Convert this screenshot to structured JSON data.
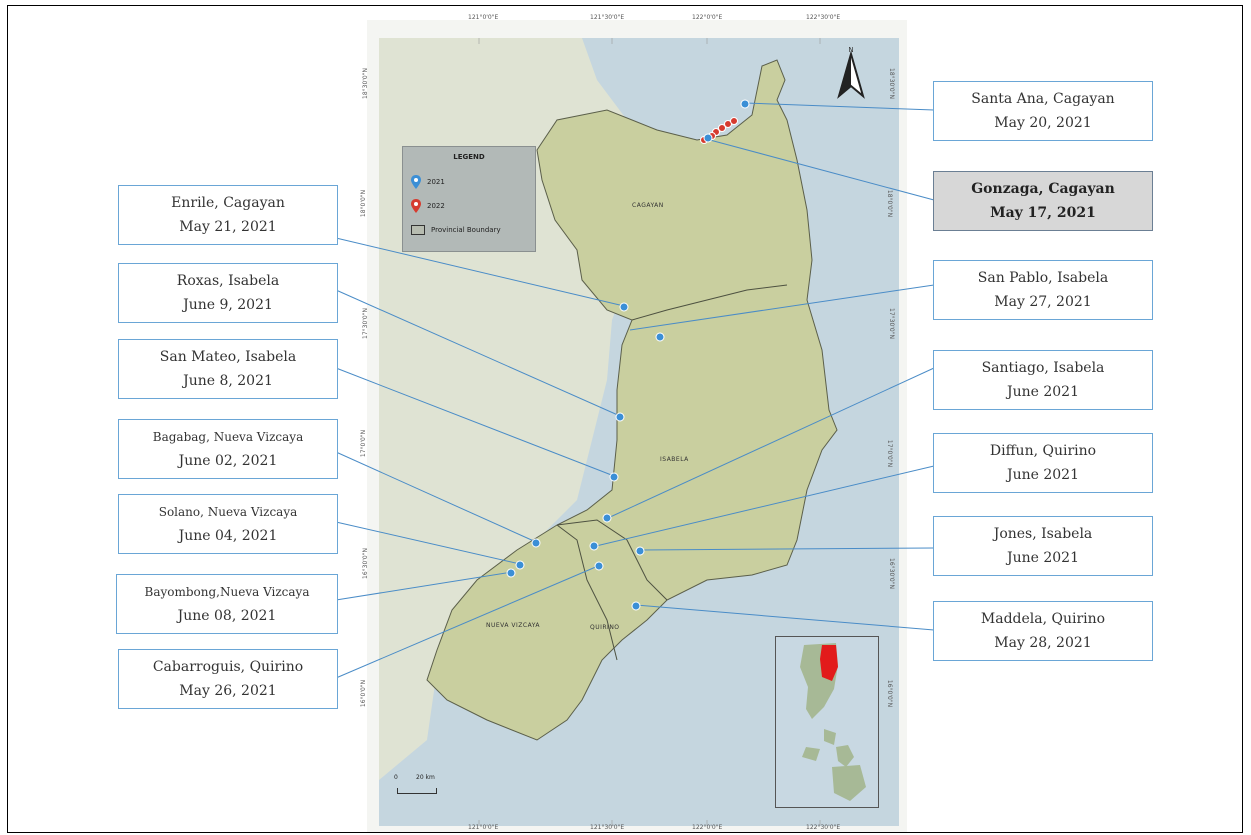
{
  "legend": {
    "title": "LEGEND",
    "items": [
      {
        "label": "2021",
        "color": "#3b8fd6"
      },
      {
        "label": "2022",
        "color": "#d63b2f"
      },
      {
        "label": "Provincial Boundary",
        "color": "#b7bcb0"
      }
    ]
  },
  "regions": {
    "cagayan": "CAGAYAN",
    "isabela": "ISABELA",
    "nueva_vizcaya": "NUEVA VIZCAYA",
    "quirino": "QUIRINO"
  },
  "scale": {
    "start": "0",
    "end": "20 km"
  },
  "grid": {
    "top": [
      "121°0'0\"E",
      "121°30'0\"E",
      "122°0'0\"E",
      "122°30'0\"E"
    ],
    "bottom": [
      "121°0'0\"E",
      "121°30'0\"E",
      "122°0'0\"E",
      "122°30'0\"E"
    ],
    "left": [
      "18°30'0\"N",
      "18°0'0\"N",
      "17°30'0\"N",
      "17°0'0\"N",
      "16°30'0\"N",
      "16°0'0\"N"
    ],
    "right": [
      "18°30'0\"N",
      "18°0'0\"N",
      "17°30'0\"N",
      "17°0'0\"N",
      "16°30'0\"N",
      "16°0'0\"N"
    ]
  },
  "labels": {
    "santa_ana": {
      "place": "Santa Ana, Cagayan",
      "date": "May 20, 2021"
    },
    "gonzaga": {
      "place": "Gonzaga, Cagayan",
      "date": "May 17, 2021"
    },
    "enrile": {
      "place": "Enrile, Cagayan",
      "date": "May 21, 2021"
    },
    "san_pablo": {
      "place": "San Pablo, Isabela",
      "date": "May 27, 2021"
    },
    "roxas": {
      "place": "Roxas, Isabela",
      "date": "June 9, 2021"
    },
    "san_mateo": {
      "place": "San Mateo, Isabela",
      "date": "June 8, 2021"
    },
    "santiago": {
      "place": "Santiago, Isabela",
      "date": "June 2021"
    },
    "bagabag": {
      "place": "Bagabag, Nueva Vizcaya",
      "date": "June 02, 2021"
    },
    "diffun": {
      "place": "Diffun, Quirino",
      "date": "June 2021"
    },
    "solano": {
      "place": "Solano, Nueva Vizcaya",
      "date": "June 04, 2021"
    },
    "jones": {
      "place": "Jones, Isabela",
      "date": "June 2021"
    },
    "bayombong": {
      "place": "Bayombong,Nueva Vizcaya",
      "date": "June 08, 2021"
    },
    "maddela": {
      "place": "Maddela, Quirino",
      "date": "May 28, 2021"
    },
    "cabarroguis": {
      "place": "Cabarroguis, Quirino",
      "date": "May 26, 2021"
    }
  },
  "colors": {
    "sea": "#c5d6df",
    "land_west": "#dfe3d3",
    "study_area": "#c9cf9f",
    "box_border": "#6aa6d6",
    "pin_2021": "#3b8fd6",
    "pin_2022": "#d63b2f"
  }
}
